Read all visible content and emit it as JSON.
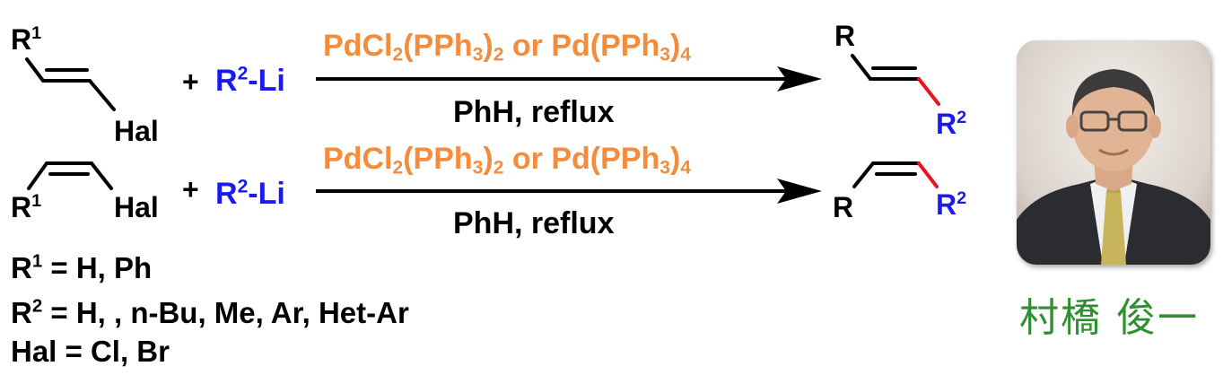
{
  "reaction1": {
    "sm_r1_base": "R",
    "sm_r1_sup": "1",
    "sm_hal": "Hal",
    "plus": "+",
    "reagent_base": "R",
    "reagent_sup": "2",
    "reagent_tail": "-Li",
    "catalyst": {
      "p1": "PdCl",
      "s1": "2",
      "p2": "(PPh",
      "s2": "3",
      "p3": ")",
      "s3": "2",
      "p4": " or Pd(PPh",
      "s4": "3",
      "p5": ")",
      "s5": "4"
    },
    "conditions": "PhH, reflux",
    "prod_r": "R",
    "prod_r2_base": "R",
    "prod_r2_sup": "2"
  },
  "reaction2": {
    "sm_r1_base": "R",
    "sm_r1_sup": "1",
    "sm_hal": "Hal",
    "plus": "+",
    "reagent_base": "R",
    "reagent_sup": "2",
    "reagent_tail": "-Li",
    "catalyst": {
      "p1": "PdCl",
      "s1": "2",
      "p2": "(PPh",
      "s2": "3",
      "p3": ")",
      "s3": "2",
      "p4": " or Pd(PPh",
      "s4": "3",
      "p5": ")",
      "s5": "4"
    },
    "conditions": "PhH, reflux",
    "prod_r": "R",
    "prod_r2_base": "R",
    "prod_r2_sup": "2"
  },
  "definitions": [
    {
      "base": "R",
      "sup": "1",
      "text": " = H, Ph"
    },
    {
      "base": "R",
      "sup": "2",
      "text": " = H, , n-Bu, Me, Ar, Het-Ar"
    },
    {
      "base": "",
      "sup": "",
      "text": "Hal = Cl, Br"
    }
  ],
  "portrait_name": "村橋 俊一",
  "colors": {
    "reagent": "#1a1af0",
    "catalyst": "#f58c3c",
    "new_bond": "#e8141e",
    "name": "#2e8f2e"
  }
}
